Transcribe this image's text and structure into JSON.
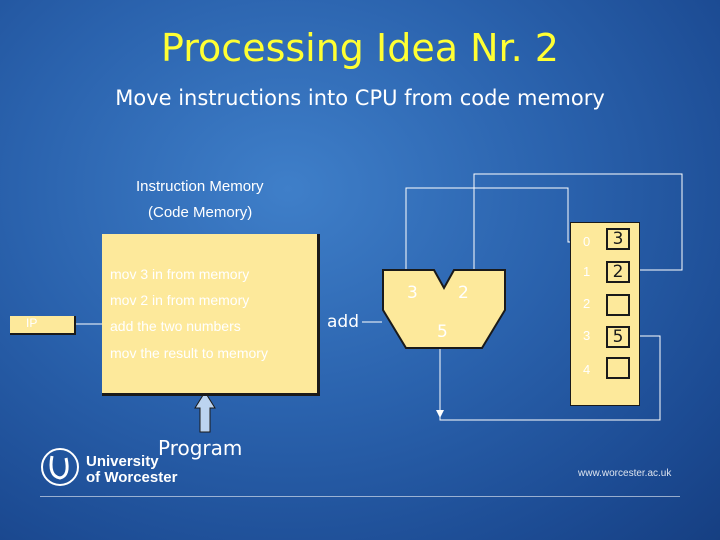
{
  "title": "Processing Idea Nr. 2",
  "subtitle": "Move instructions into CPU from code memory",
  "instruction_memory": {
    "label_line1": "Instruction Memory",
    "label_line2": "(Code Memory)",
    "instructions": [
      "mov 3 in from memory",
      "mov 2 in from memory",
      "add the two numbers",
      "mov the result to memory"
    ]
  },
  "ip_label": "IP",
  "alu": {
    "operation": "add",
    "input_a": "3",
    "input_b": "2",
    "output": "5"
  },
  "data_memory": {
    "addresses": [
      "0",
      "1",
      "2",
      "3",
      "4"
    ],
    "values": [
      "3",
      "2",
      "",
      "5",
      ""
    ]
  },
  "program_label": "Program",
  "footer": {
    "logo_line1": "University",
    "logo_line2": "of Worcester",
    "url": "www.worcester.ac.uk"
  },
  "colors": {
    "title": "#ffff33",
    "memory_fill": "#fde99b",
    "alu_fill": "#fde99b",
    "arrow_fill": "#bcd4f0"
  }
}
